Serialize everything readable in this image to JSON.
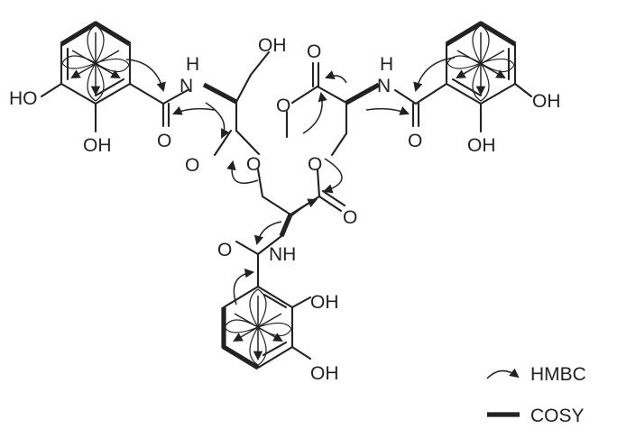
{
  "molecule": {
    "atom_labels": {
      "ho_ring1_left": "HO",
      "oh_ring1_bottom": "OH",
      "nh_1": "N",
      "h_on_nh_1": "H",
      "o_amide_1": "O",
      "oh_serine_1": "OH",
      "o_ester_1_carbonyl": "O",
      "o_ester_1_link": "O",
      "o_methyl_ester_carbonyl": "O",
      "o_methyl_ester_link": "O",
      "nh_2": "N",
      "h_on_nh_2": "H",
      "o_amide_2": "O",
      "oh_ring2_right": "OH",
      "oh_ring2_bottom": "OH",
      "o_ester_2_link": "O",
      "o_ester_3_carbonyl": "O",
      "o_amide_3": "O",
      "nh_3": "NH",
      "oh_ring3_top": "OH",
      "oh_ring3_bottom": "OH"
    }
  },
  "legend": {
    "hmbc_label": "HMBC",
    "cosy_label": "COSY"
  },
  "colors": {
    "ink": "#222222",
    "background": "#ffffff"
  }
}
